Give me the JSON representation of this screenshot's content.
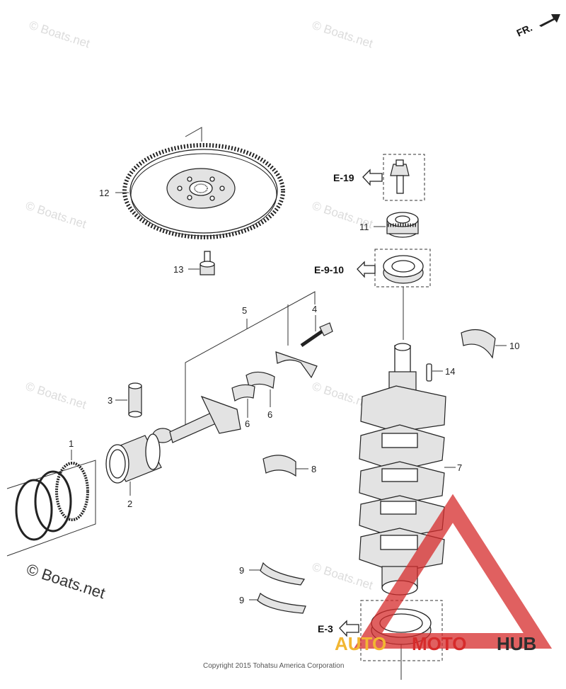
{
  "watermark": "© Boats.net",
  "boats_logo": "© Boats.net",
  "copyright": "Copyright 2015 Tohatsu America Corporation",
  "front_marker": "FR.",
  "brand": {
    "part1": "AUTO",
    "part2": "MOTO",
    "part3": "HUB"
  },
  "colors": {
    "brand_red": "#d62b2b",
    "brand_yellow": "#f2b632",
    "brand_dark": "#2e2e2e",
    "line": "#222222"
  },
  "callouts": {
    "c1": "1",
    "c2": "2",
    "c3": "3",
    "c4": "4",
    "c5": "5",
    "c6a": "6",
    "c6b": "6",
    "c7": "7",
    "c8": "8",
    "c9a": "9",
    "c9b": "9",
    "c10": "10",
    "c11": "11",
    "c12": "12",
    "c13": "13",
    "c14": "14"
  },
  "references": {
    "e19": "E-19",
    "e910": "E-9-10",
    "e3": "E-3"
  }
}
